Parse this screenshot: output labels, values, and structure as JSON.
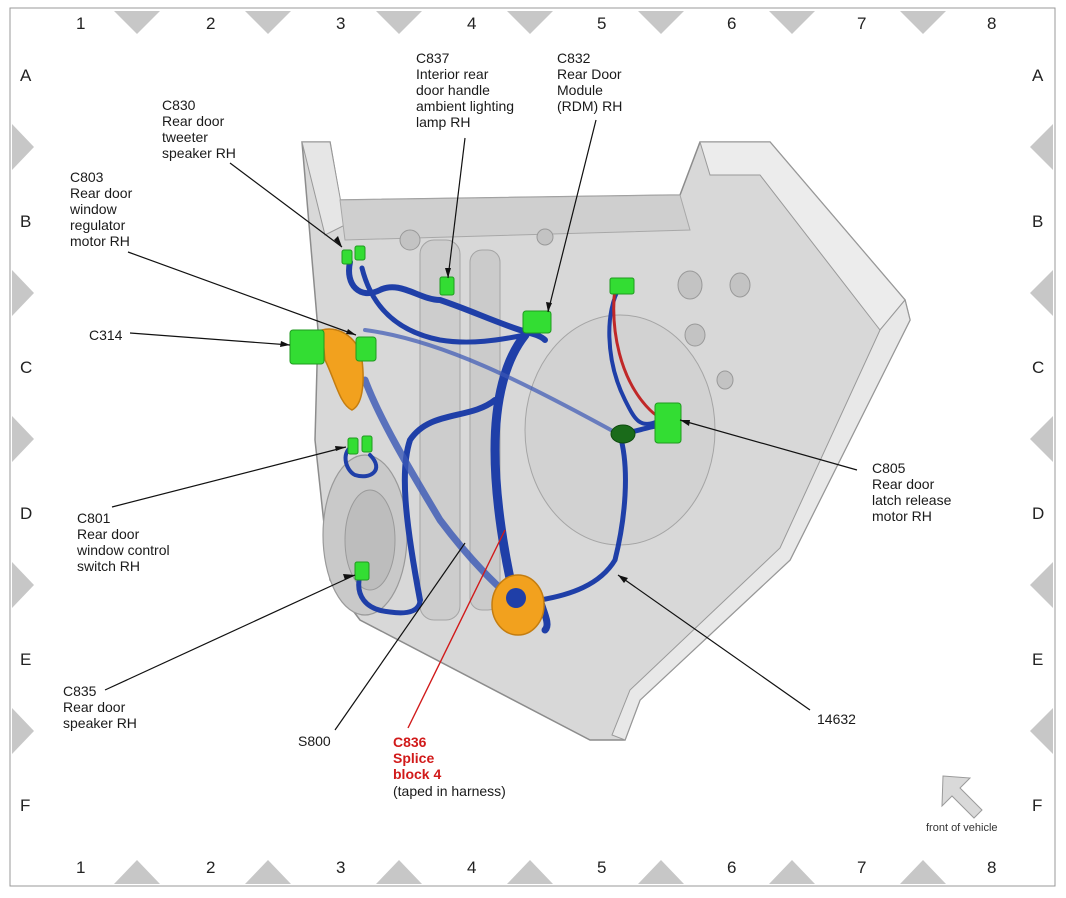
{
  "grid": {
    "columns": [
      "1",
      "2",
      "3",
      "4",
      "5",
      "6",
      "7",
      "8"
    ],
    "rows": [
      "A",
      "B",
      "C",
      "D",
      "E",
      "F"
    ]
  },
  "labels": {
    "c830": "C830\nRear door\ntweeter\nspeaker RH",
    "c837": "C837\nInterior rear\ndoor handle\nambient lighting\nlamp RH",
    "c832": "C832\nRear Door\nModule\n(RDM) RH",
    "c803": "C803\nRear door\nwindow\nregulator\nmotor RH",
    "c314": "C314",
    "c805": "C805\nRear door\nlatch release\nmotor RH",
    "c801": "C801\nRear door\nwindow control\nswitch RH",
    "c835": "C835\nRear door\nspeaker RH",
    "s800": "S800",
    "c836_title": "C836\nSplice\nblock 4",
    "c836_note": "(taped in harness)",
    "harness": "14632",
    "front": "front of vehicle"
  },
  "colors": {
    "connector": "#33dd33",
    "harness": "#1f3fa8",
    "grommet": "#f2a11e",
    "leader_red": "#d11a1a",
    "panel": "#dcdcdc"
  }
}
